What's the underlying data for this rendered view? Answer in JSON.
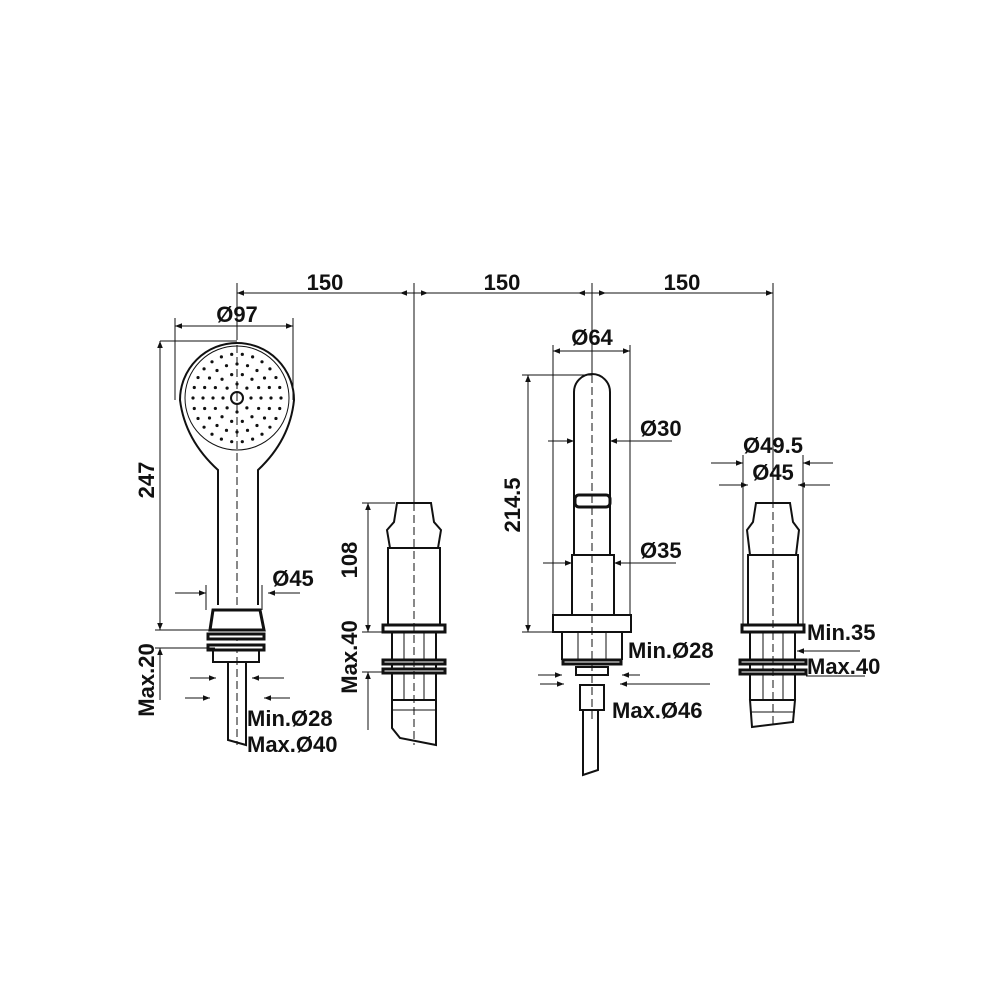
{
  "drawing": {
    "spacing": [
      "150",
      "150",
      "150"
    ],
    "hand_shower": {
      "head_diameter": "Ø97",
      "height": "247",
      "handle_diameter": "Ø45",
      "max_deck": "Max.20",
      "hole_min": "Min.Ø28",
      "hole_max": "Max.Ø40"
    },
    "valve_left": {
      "height": "108",
      "max_deck": "Max.40"
    },
    "spout": {
      "width": "Ø64",
      "height": "214.5",
      "tube_diameter": "Ø30",
      "base_diameter": "Ø35",
      "hole_min": "Min.Ø28",
      "hole_max": "Max.Ø46"
    },
    "valve_right": {
      "outer_diameter": "Ø49.5",
      "body_diameter": "Ø45",
      "hole_min": "Min.35",
      "max_deck": "Max.40"
    }
  }
}
